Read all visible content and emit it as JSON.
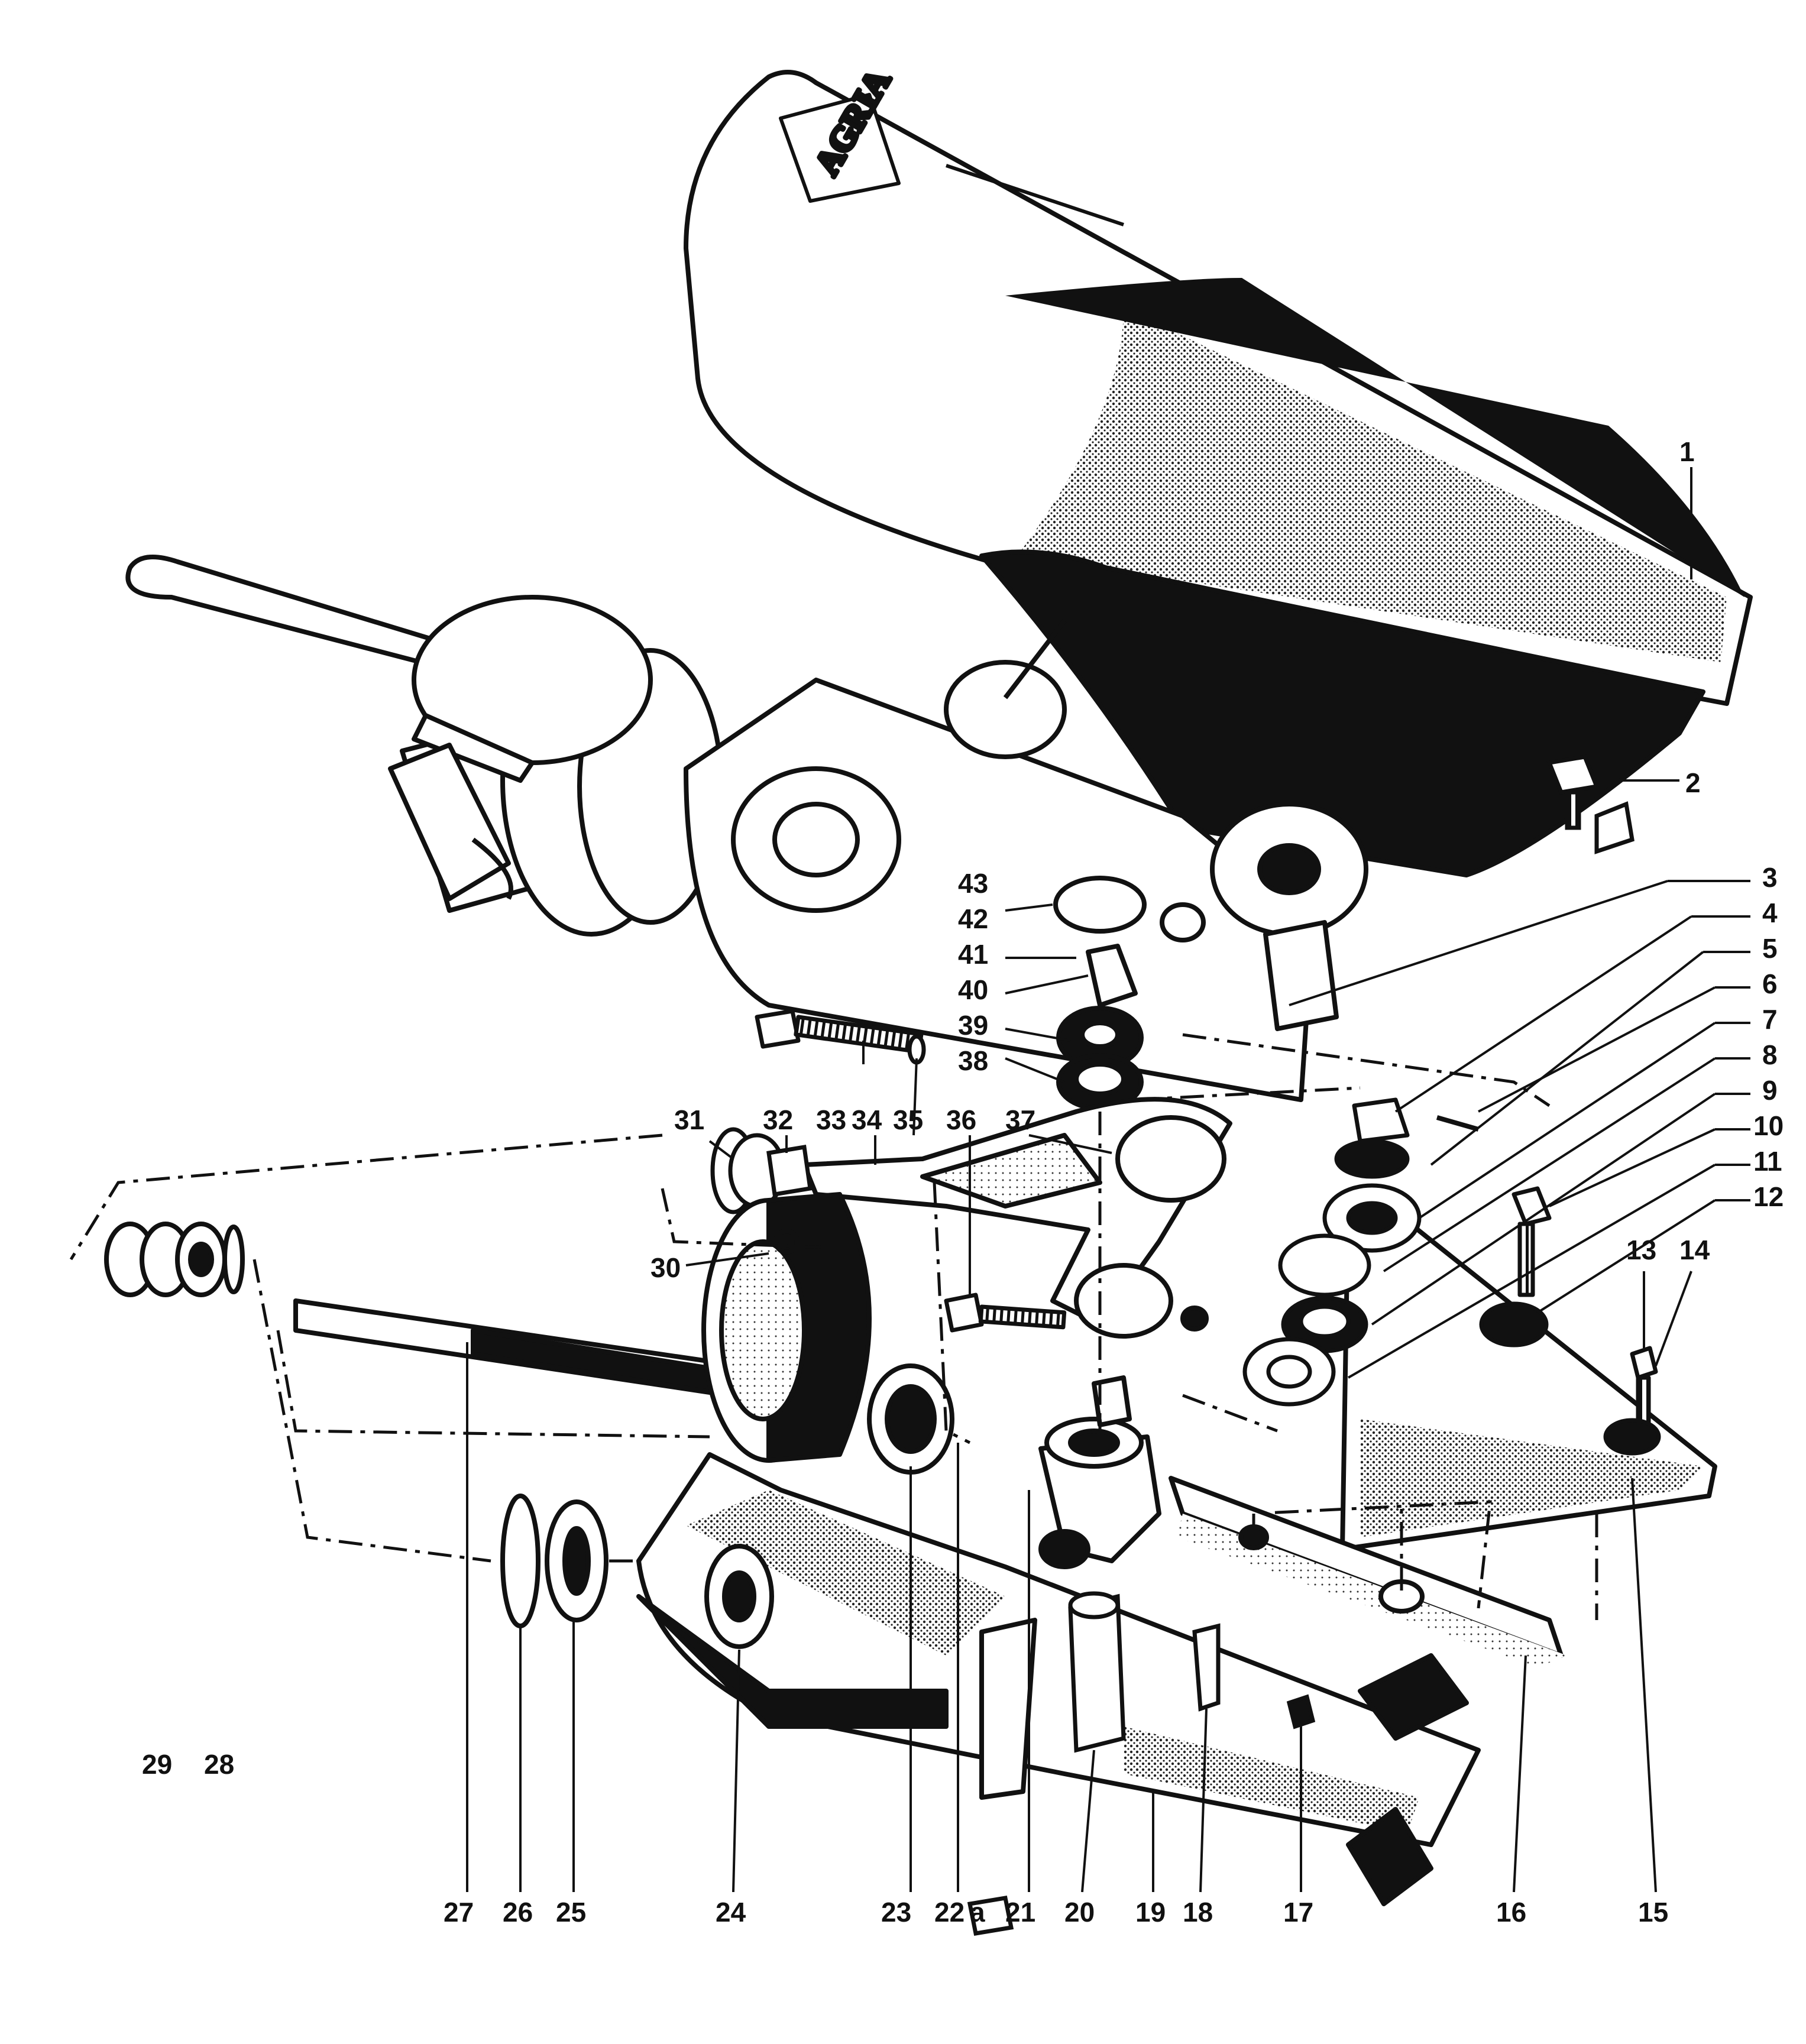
{
  "diagram": {
    "logo_text": "AGRIA",
    "parts": [
      {
        "id": "p1",
        "label": "1"
      },
      {
        "id": "p2",
        "label": "2"
      },
      {
        "id": "p3",
        "label": "3"
      },
      {
        "id": "p4",
        "label": "4"
      },
      {
        "id": "p5",
        "label": "5"
      },
      {
        "id": "p6",
        "label": "6"
      },
      {
        "id": "p7",
        "label": "7"
      },
      {
        "id": "p8",
        "label": "8"
      },
      {
        "id": "p9",
        "label": "9"
      },
      {
        "id": "p10",
        "label": "10"
      },
      {
        "id": "p11",
        "label": "11"
      },
      {
        "id": "p12",
        "label": "12"
      },
      {
        "id": "p13",
        "label": "13"
      },
      {
        "id": "p14",
        "label": "14"
      },
      {
        "id": "p15",
        "label": "15"
      },
      {
        "id": "p16",
        "label": "16"
      },
      {
        "id": "p17",
        "label": "17"
      },
      {
        "id": "p18",
        "label": "18"
      },
      {
        "id": "p19",
        "label": "19"
      },
      {
        "id": "p20",
        "label": "20"
      },
      {
        "id": "p21",
        "label": "21"
      },
      {
        "id": "p22",
        "label": "22"
      },
      {
        "id": "pa",
        "label": "a"
      },
      {
        "id": "p23",
        "label": "23"
      },
      {
        "id": "p24",
        "label": "24"
      },
      {
        "id": "p25",
        "label": "25"
      },
      {
        "id": "p26",
        "label": "26"
      },
      {
        "id": "p27",
        "label": "27"
      },
      {
        "id": "p28",
        "label": "28"
      },
      {
        "id": "p29",
        "label": "29"
      },
      {
        "id": "p30",
        "label": "30"
      },
      {
        "id": "p31",
        "label": "31"
      },
      {
        "id": "p32",
        "label": "32"
      },
      {
        "id": "p33",
        "label": "33"
      },
      {
        "id": "p34",
        "label": "34"
      },
      {
        "id": "p35",
        "label": "35"
      },
      {
        "id": "p36",
        "label": "36"
      },
      {
        "id": "p37",
        "label": "37"
      },
      {
        "id": "p38",
        "label": "38"
      },
      {
        "id": "p39",
        "label": "39"
      },
      {
        "id": "p40",
        "label": "40"
      },
      {
        "id": "p41",
        "label": "41"
      },
      {
        "id": "p42",
        "label": "42"
      },
      {
        "id": "p43",
        "label": "43"
      }
    ]
  }
}
